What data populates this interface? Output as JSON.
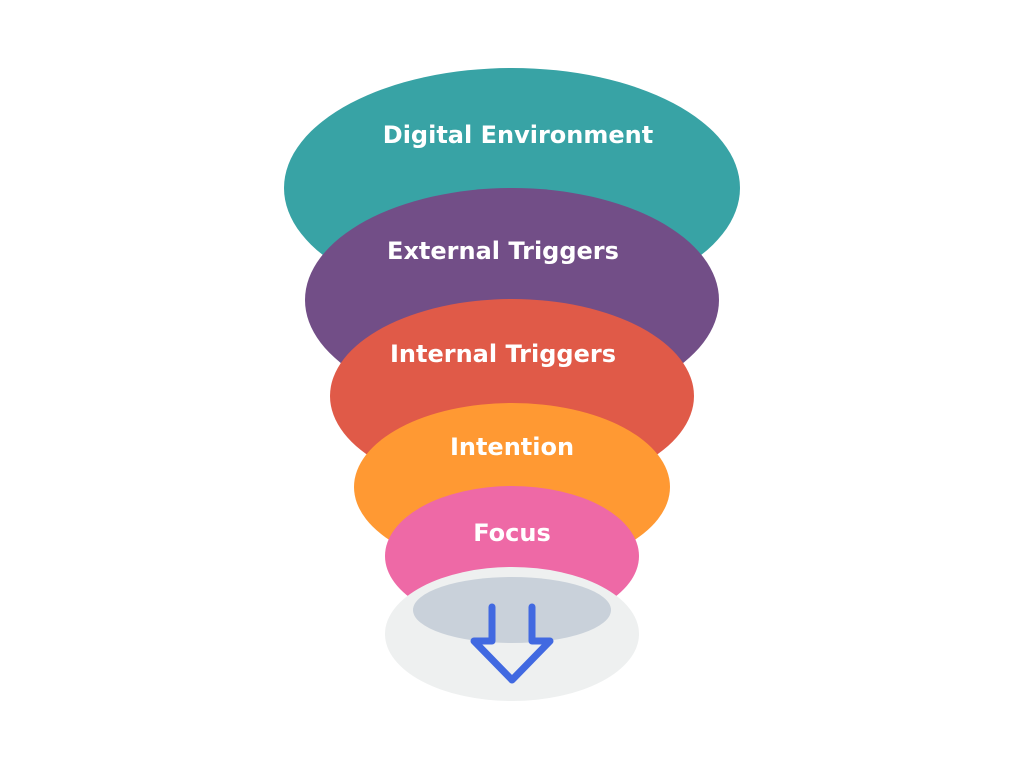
{
  "funnel": {
    "layers": [
      {
        "label": "Digital Environment",
        "color": "#38A3A5"
      },
      {
        "label": "External Triggers",
        "color": "#724E87"
      },
      {
        "label": "Internal Triggers",
        "color": "#E05A48"
      },
      {
        "label": "Intention",
        "color": "#FF9933"
      },
      {
        "label": "Focus",
        "color": "#EE69A6"
      }
    ],
    "base": {
      "outer_color": "#EEF0F0",
      "inner_color": "#C9D1DA"
    },
    "arrow": {
      "icon": "arrow-down-icon",
      "color": "#4169E1"
    }
  }
}
